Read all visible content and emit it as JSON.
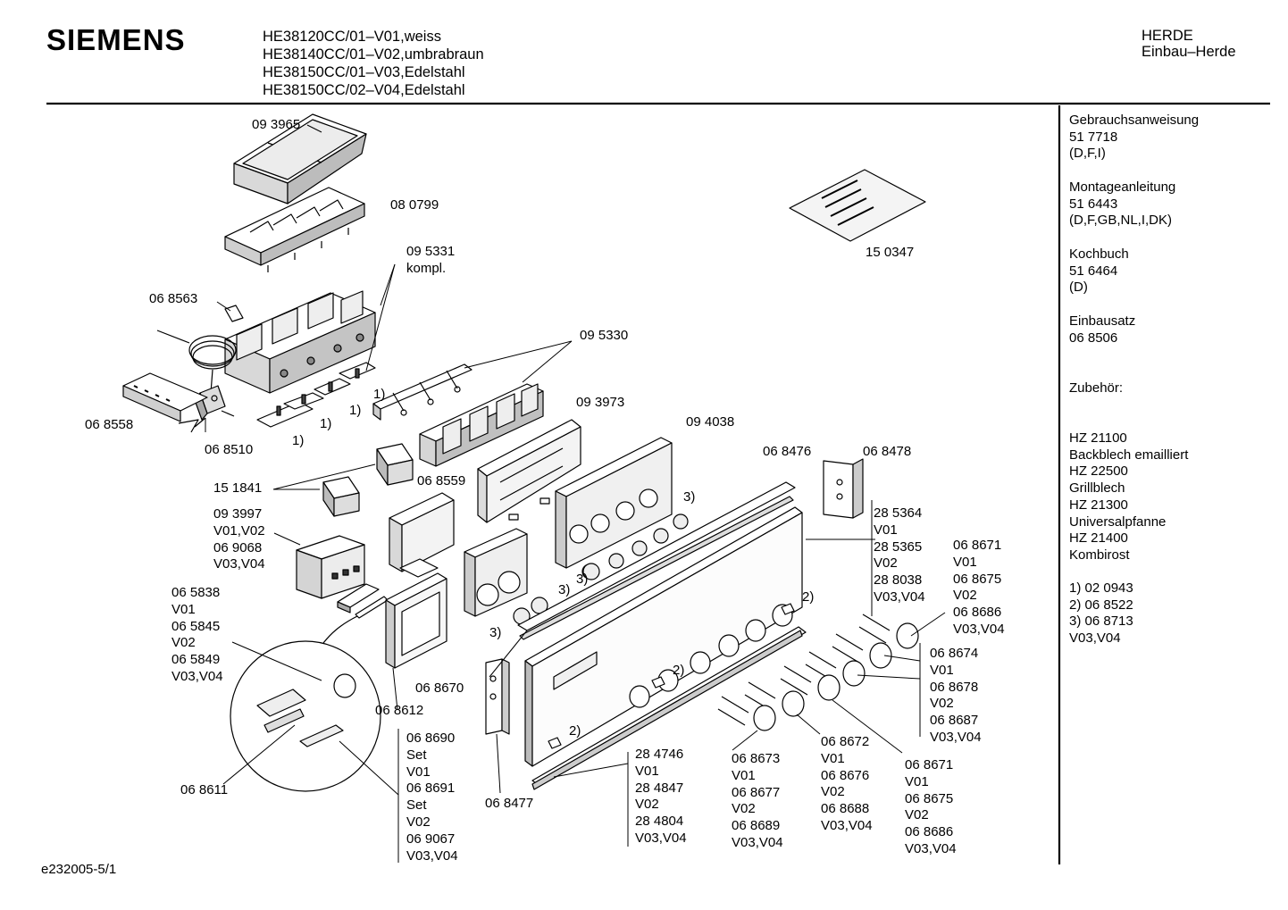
{
  "header": {
    "brand": "SIEMENS",
    "models": [
      "HE38120CC/01–V01,weiss",
      "HE38140CC/01–V02,umbrabraun",
      "HE38150CC/01–V03,Edelstahl",
      "HE38150CC/02–V04,Edelstahl"
    ],
    "category": [
      "HERDE",
      "Einbau–Herde"
    ]
  },
  "sidebar": [
    {
      "title": "Gebrauchsanweisung",
      "lines": [
        "51 7718",
        "(D,F,I)"
      ]
    },
    {
      "title": "Montageanleitung",
      "lines": [
        "51 6443",
        "(D,F,GB,NL,I,DK)"
      ]
    },
    {
      "title": "Kochbuch",
      "lines": [
        "51 6464",
        "(D)"
      ]
    },
    {
      "title": "Einbausatz",
      "lines": [
        "06 8506"
      ]
    },
    {
      "title": "Zubehör:",
      "lines": []
    },
    {
      "title": "HZ 21100",
      "lines": [
        "Backblech emailliert",
        "HZ 22500",
        "Grillblech",
        "HZ 21300",
        "Universalpfanne",
        "HZ 21400",
        "Kombirost"
      ]
    }
  ],
  "notes": [
    "1)  02 0943",
    "2)  06 8522",
    "3)  06 8713",
    "      V03,V04"
  ],
  "labels": {
    "p093965": [
      "09 3965"
    ],
    "p080799": [
      "08 0799"
    ],
    "p095331": [
      "09 5331",
      "kompl."
    ],
    "p068563": [
      "06 8563"
    ],
    "p095330": [
      "09 5330"
    ],
    "p093973": [
      "09 3973"
    ],
    "p094038": [
      "09 4038"
    ],
    "p068558": [
      "06 8558"
    ],
    "p068510": [
      "06 8510"
    ],
    "p150347": [
      "15 0347"
    ],
    "p151841": [
      "15 1841"
    ],
    "p068559": [
      "06 8559"
    ],
    "p068476": [
      "06 8476"
    ],
    "p068478": [
      "06 8478"
    ],
    "p093997": [
      "09 3997",
      "V01,V02",
      "06 9068",
      "V03,V04"
    ],
    "p285364": [
      "28 5364",
      "V01",
      "28 5365",
      "V02",
      "28 8038",
      "V03,V04"
    ],
    "p068671a": [
      "06 8671",
      "V01",
      "06 8675",
      "V02",
      "06 8686",
      "V03,V04"
    ],
    "p065838": [
      "06 5838",
      "V01",
      "06 5845",
      "V02",
      "06 5849",
      "V03,V04"
    ],
    "p068674": [
      "06 8674",
      "V01",
      "06 8678",
      "V02",
      "06 8687",
      "V03,V04"
    ],
    "p068670": [
      "06 8670"
    ],
    "p068612": [
      "06 8612"
    ],
    "p068690": [
      "06 8690",
      "Set",
      "V01",
      "06 8691",
      "Set",
      "V02",
      "06 9067",
      "V03,V04"
    ],
    "p068611": [
      "06 8611"
    ],
    "p068477": [
      "06 8477"
    ],
    "p284746": [
      "28 4746",
      "V01",
      "28 4847",
      "V02",
      "28 4804",
      "V03,V04"
    ],
    "p068673": [
      "06 8673",
      "V01",
      "06 8677",
      "V02",
      "06 8689",
      "V03,V04"
    ],
    "p068672": [
      "06 8672",
      "V01",
      "06 8676",
      "V02",
      "06 8688",
      "V03,V04"
    ],
    "p068671b": [
      "06 8671",
      "V01",
      "06 8675",
      "V02",
      "06 8686",
      "V03,V04"
    ]
  },
  "callouts": {
    "c1a": "1)",
    "c1b": "1)",
    "c1c": "1)",
    "c1d": "1)",
    "c2a": "2)",
    "c2b": "2)",
    "c2c": "2)",
    "c3a": "3)",
    "c3b": "3)",
    "c3c": "3)",
    "c3d": "3)"
  },
  "doc_id": "e232005-5/1"
}
